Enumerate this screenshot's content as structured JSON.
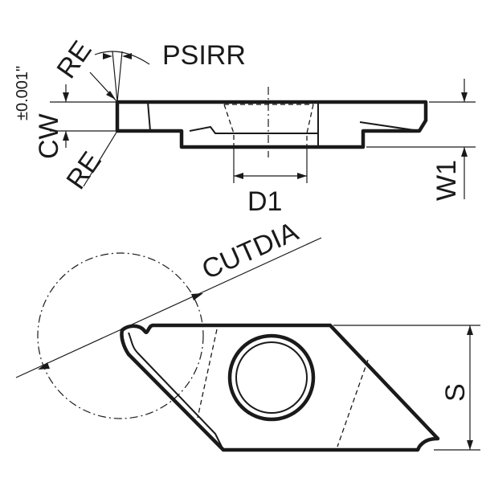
{
  "labels": {
    "psirr": "PSIRR",
    "re_top": "RE",
    "tolerance": "±0.001\"",
    "cw": "CW",
    "re_bottom": "RE",
    "w1": "W1",
    "d1": "D1",
    "cutdia": "CUTDIA",
    "s": "S"
  }
}
